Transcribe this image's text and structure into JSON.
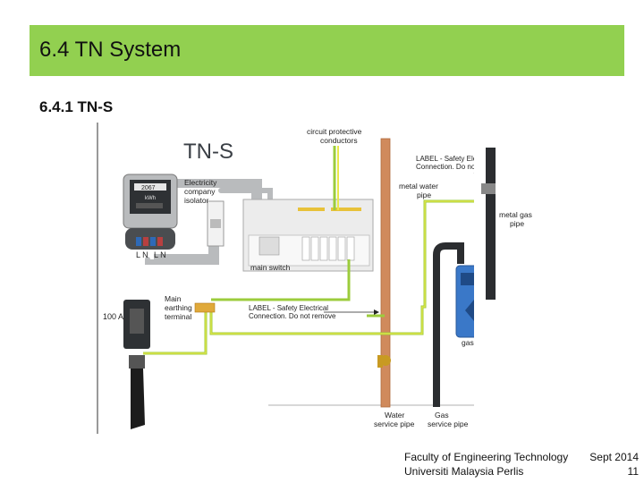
{
  "slide": {
    "title": "6.4 TN System",
    "subtitle": "6.4.1 TN-S"
  },
  "diagram": {
    "heading": "TN-S",
    "meter_display": "2067",
    "meter_unit": "kWh",
    "labels": {
      "cpc_line1": "circuit protective",
      "cpc_line2": "conductors",
      "label_top_line1": "LABEL - Safety Electrical",
      "label_top_line2": "Connection. Do not remove",
      "water_pipe_line1": "metal water",
      "water_pipe_line2": "pipe",
      "gas_pipe_line1": "metal gas",
      "gas_pipe_line2": "pipe",
      "isolator_line1": "Electricity",
      "isolator_line2": "company",
      "isolator_line3": "isolator",
      "main_switch": "main switch",
      "ln_left": "L N",
      "ln_right": "L N",
      "earthing_line1": "Main",
      "earthing_line2": "earthing",
      "earthing_line3": "terminal",
      "label_mid_line1": "LABEL - Safety Electrical",
      "label_mid_line2": "Connection. Do not remove",
      "fuse": "100 A",
      "gas_meter": "gas meter",
      "water_service_line1": "Water",
      "water_service_line2": "service pipe",
      "gas_service_line1": "Gas",
      "gas_service_line2": "service pipe"
    }
  },
  "footer": {
    "faculty": "Faculty of Engineering Technology",
    "date": "Sept 2014",
    "university": "Universiti Malaysia Perlis",
    "page": "11"
  },
  "colors": {
    "title_bar": "#92d050",
    "earth_green": "#9ccc3c",
    "earth_yellow": "#e8e84a",
    "copper": "#d08a5c",
    "gas_meter_blue": "#3a78c8",
    "cable_grey": "#b9bbbd"
  }
}
